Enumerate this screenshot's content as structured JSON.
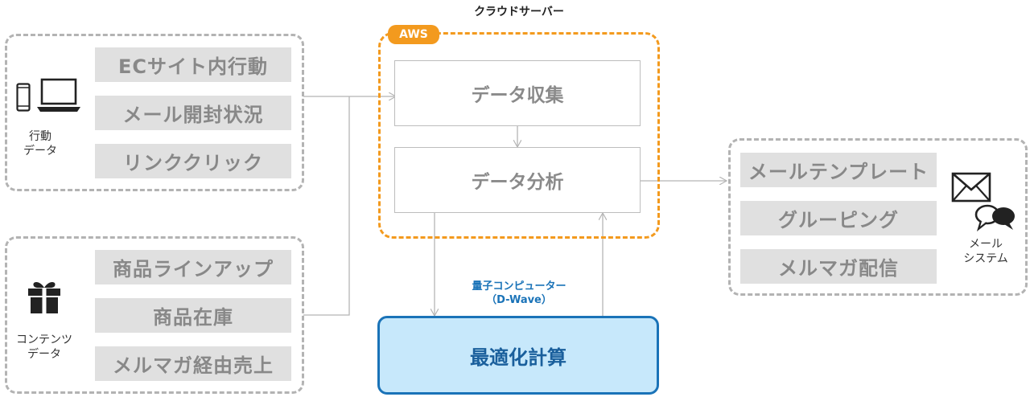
{
  "cloud": {
    "title": "クラウドサーバー",
    "badge": "AWS",
    "stages": [
      "データ収集",
      "データ分析"
    ]
  },
  "behavior": {
    "label_line1": "行動",
    "label_line2": "データ",
    "items": [
      "ECサイト内行動",
      "メール開封状況",
      "リンククリック"
    ],
    "icons": [
      "smartphone-icon",
      "laptop-icon"
    ]
  },
  "contents": {
    "label_line1": "コンテンツ",
    "label_line2": "データ",
    "items": [
      "商品ラインアップ",
      "商品在庫",
      "メルマガ経由売上"
    ],
    "icons": [
      "gift-icon"
    ]
  },
  "mail": {
    "label_line1": "メール",
    "label_line2": "システム",
    "items": [
      "メールテンプレート",
      "グルーピング",
      "メルマガ配信"
    ],
    "icons": [
      "envelope-icon",
      "chat-bubbles-icon"
    ]
  },
  "quantum": {
    "label_line1": "量子コンピューター",
    "label_line2": "（D-Wave）",
    "box": "最適化計算"
  },
  "colors": {
    "aws_orange": "#f39a1e",
    "quantum_blue": "#1a73b8",
    "quantum_fill": "#c7e8fb",
    "item_gray": "#e0e0e0"
  }
}
